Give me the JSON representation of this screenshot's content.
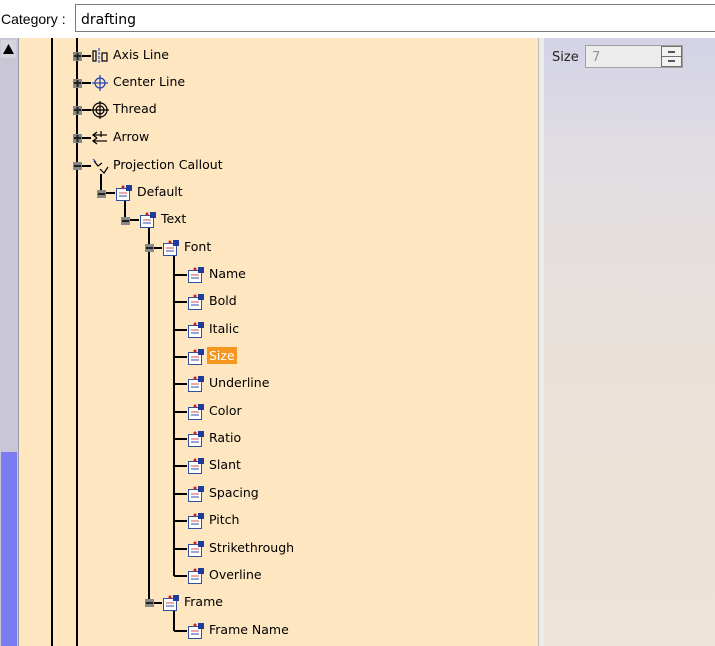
{
  "category": {
    "label": "Category :",
    "value": "drafting"
  },
  "tree": {
    "nodes": [
      {
        "label": "Axis Line",
        "icon": "axis-line-icon",
        "expander": "plus"
      },
      {
        "label": "Center Line",
        "icon": "center-line-icon",
        "expander": "plus"
      },
      {
        "label": "Thread",
        "icon": "thread-icon",
        "expander": "plus"
      },
      {
        "label": "Arrow",
        "icon": "arrow-icon",
        "expander": "plus"
      },
      {
        "label": "Projection Callout",
        "icon": "projection-callout-icon",
        "expander": "minus"
      },
      {
        "label": "Default",
        "icon": "property-icon",
        "expander": "minus"
      },
      {
        "label": "Text",
        "icon": "property-icon",
        "expander": "minus"
      },
      {
        "label": "Font",
        "icon": "property-icon",
        "expander": "minus"
      },
      {
        "label": "Name",
        "icon": "property-icon"
      },
      {
        "label": "Bold",
        "icon": "property-icon"
      },
      {
        "label": "Italic",
        "icon": "property-icon"
      },
      {
        "label": "Size",
        "icon": "property-icon",
        "selected": true
      },
      {
        "label": "Underline",
        "icon": "property-icon"
      },
      {
        "label": "Color",
        "icon": "property-icon"
      },
      {
        "label": "Ratio",
        "icon": "property-icon"
      },
      {
        "label": "Slant",
        "icon": "property-icon"
      },
      {
        "label": "Spacing",
        "icon": "property-icon"
      },
      {
        "label": "Pitch",
        "icon": "property-icon"
      },
      {
        "label": "Strikethrough",
        "icon": "property-icon"
      },
      {
        "label": "Overline",
        "icon": "property-icon"
      },
      {
        "label": "Frame",
        "icon": "property-icon",
        "expander": "minus"
      },
      {
        "label": "Frame Name",
        "icon": "property-icon"
      }
    ]
  },
  "properties": {
    "size_label": "Size",
    "size_value": "7"
  },
  "colors": {
    "tree_bg": "#fde6c0",
    "selection": "#f7961e",
    "scroll_thumb": "#7b7bf2"
  }
}
